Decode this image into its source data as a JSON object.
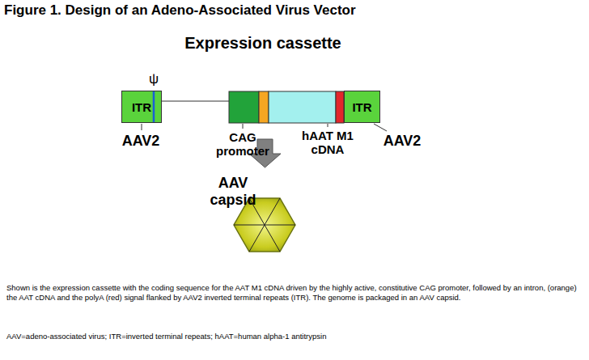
{
  "diagram": {
    "title": "Figure 1. Design of an Adeno-Associated Virus Vector",
    "caption": "Shown is the expression cassette with the coding sequence for the AAT M1 cDNA driven by the highly active, constitutive CAG promoter, followed by an intron, (orange) the AAT cDNA and the polyA (red) signal flanked by AAV2 inverted terminal repeats (ITR). The genome is packaged in an AAV capsid.",
    "nodes": [
      {
        "text": [
          "ITR"
        ]
      },
      {
        "text": [
          "ITR"
        ]
      }
    ],
    "labels": [
      "Expression cassette",
      "ψ",
      "AAV2",
      "CAG promoter",
      "hAAT M1 cDNA",
      "AAV2",
      "AAV capsid",
      "AAV=adeno-associated virus; ITR=inverted terminal repeats; hAAT=human alpha-1 antitrypsin"
    ]
  }
}
